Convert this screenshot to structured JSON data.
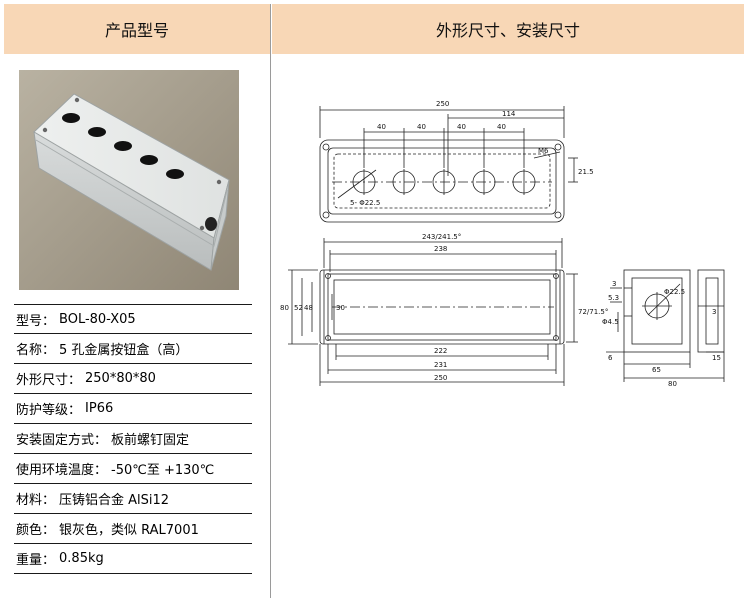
{
  "header": {
    "left_title": "产品型号",
    "right_title": "外形尺寸、安装尺寸"
  },
  "specs": [
    {
      "label": "型号：",
      "value": "BOL-80-X05"
    },
    {
      "label": "名称：",
      "value": "5 孔金属按钮盒（高）"
    },
    {
      "label": "外形尺寸：",
      "value": "250*80*80"
    },
    {
      "label": "防护等级：",
      "value": "IP66"
    },
    {
      "label": "安装固定方式：",
      "value": "板前螺钉固定"
    },
    {
      "label": "使用环境温度：",
      "value": "-50℃至 +130℃"
    },
    {
      "label": "材料：",
      "value": "压铸铝合金  AlSi12"
    },
    {
      "label": "颜色：",
      "value": "银灰色，类似 RAL7001"
    },
    {
      "label": "重量：",
      "value": "0.85kg"
    }
  ],
  "drawing": {
    "top_view": {
      "overall": "250",
      "offset": "114",
      "pitches": [
        "40",
        "40",
        "40",
        "40"
      ],
      "thread": "M6",
      "side": "21.5",
      "holes_note": "5- Φ22.5"
    },
    "front_view": {
      "top_outer": "243/241.5°",
      "top_inner": "238",
      "bottom_inner": "222",
      "bottom_mid": "231",
      "bottom_outer": "250",
      "left_dims": [
        "80",
        "52",
        "48",
        "30"
      ],
      "right_dim": "72/71.5°"
    },
    "side_view": {
      "dims": [
        "3",
        "5.3",
        "Φ4.5",
        "6",
        "65",
        "80",
        "15",
        "3"
      ],
      "hole": "Φ22.5"
    }
  }
}
